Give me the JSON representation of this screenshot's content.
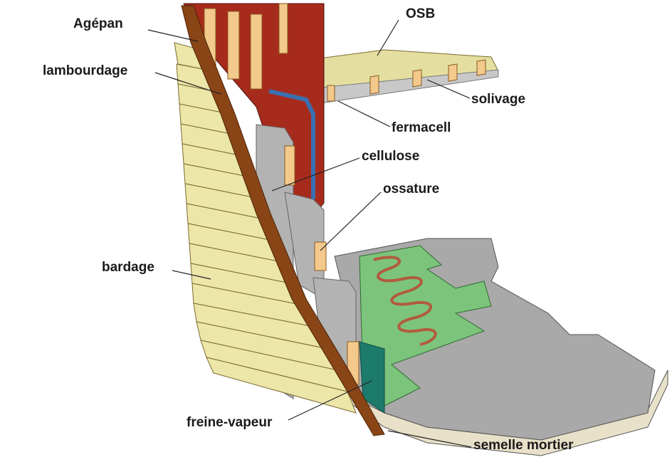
{
  "labels": {
    "agepan": "Agépan",
    "lambourdage": "lambourdage",
    "osb": "OSB",
    "solivage": "solivage",
    "fermacell": "fermacell",
    "cellulose": "cellulose",
    "ossature": "ossature",
    "bardage": "bardage",
    "freine_vapeur": "freine-vapeur",
    "semelle_mortier": "semelle mortier"
  },
  "colors": {
    "bardage": "#ece6a8",
    "osb": "#e4dfa0",
    "stud": "#f3c98c",
    "agepan": "#8a4516",
    "red_panel": "#a72b1c",
    "cellulose": "#b3b3b3",
    "slab_top": "#a9a9a9",
    "slab_edge": "#e8e0c8",
    "heating_board": "#7cc47c",
    "pipe": "#b25b3e",
    "vapour_barrier": "#1d7b6b",
    "fermacell": "#c8c8c8",
    "duct": "#3a6fb0"
  }
}
